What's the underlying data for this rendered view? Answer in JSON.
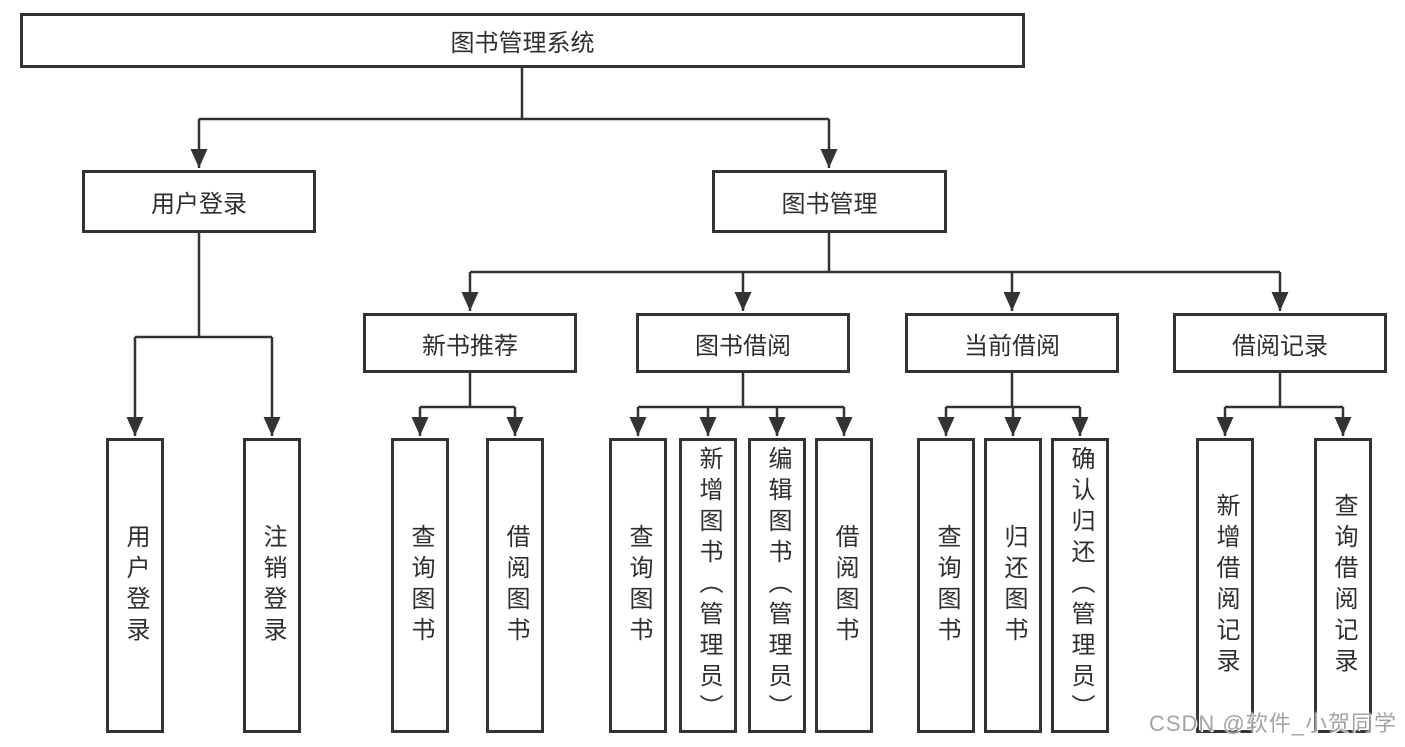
{
  "diagram": {
    "root": {
      "label": "图书管理系统"
    },
    "level2": [
      {
        "label": "用户登录"
      },
      {
        "label": "图书管理"
      }
    ],
    "level3": [
      {
        "label": "新书推荐"
      },
      {
        "label": "图书借阅"
      },
      {
        "label": "当前借阅"
      },
      {
        "label": "借阅记录"
      }
    ],
    "leaves": [
      {
        "label": "用户登录"
      },
      {
        "label": "注销登录"
      },
      {
        "label": "查询图书"
      },
      {
        "label": "借阅图书"
      },
      {
        "label": "查询图书"
      },
      {
        "label": "新增图书（管理员）"
      },
      {
        "label": "编辑图书（管理员）"
      },
      {
        "label": "借阅图书"
      },
      {
        "label": "查询图书"
      },
      {
        "label": "归还图书"
      },
      {
        "label": "确认归还（管理员）"
      },
      {
        "label": "新增借阅记录"
      },
      {
        "label": "查询借阅记录"
      }
    ],
    "watermark": "CSDN @软件_小贺同学",
    "colors": {
      "line": "#333333",
      "box_border": "#333333",
      "text": "#2f2f2f",
      "background": "#ffffff",
      "watermark": "#a3a3a3"
    }
  }
}
